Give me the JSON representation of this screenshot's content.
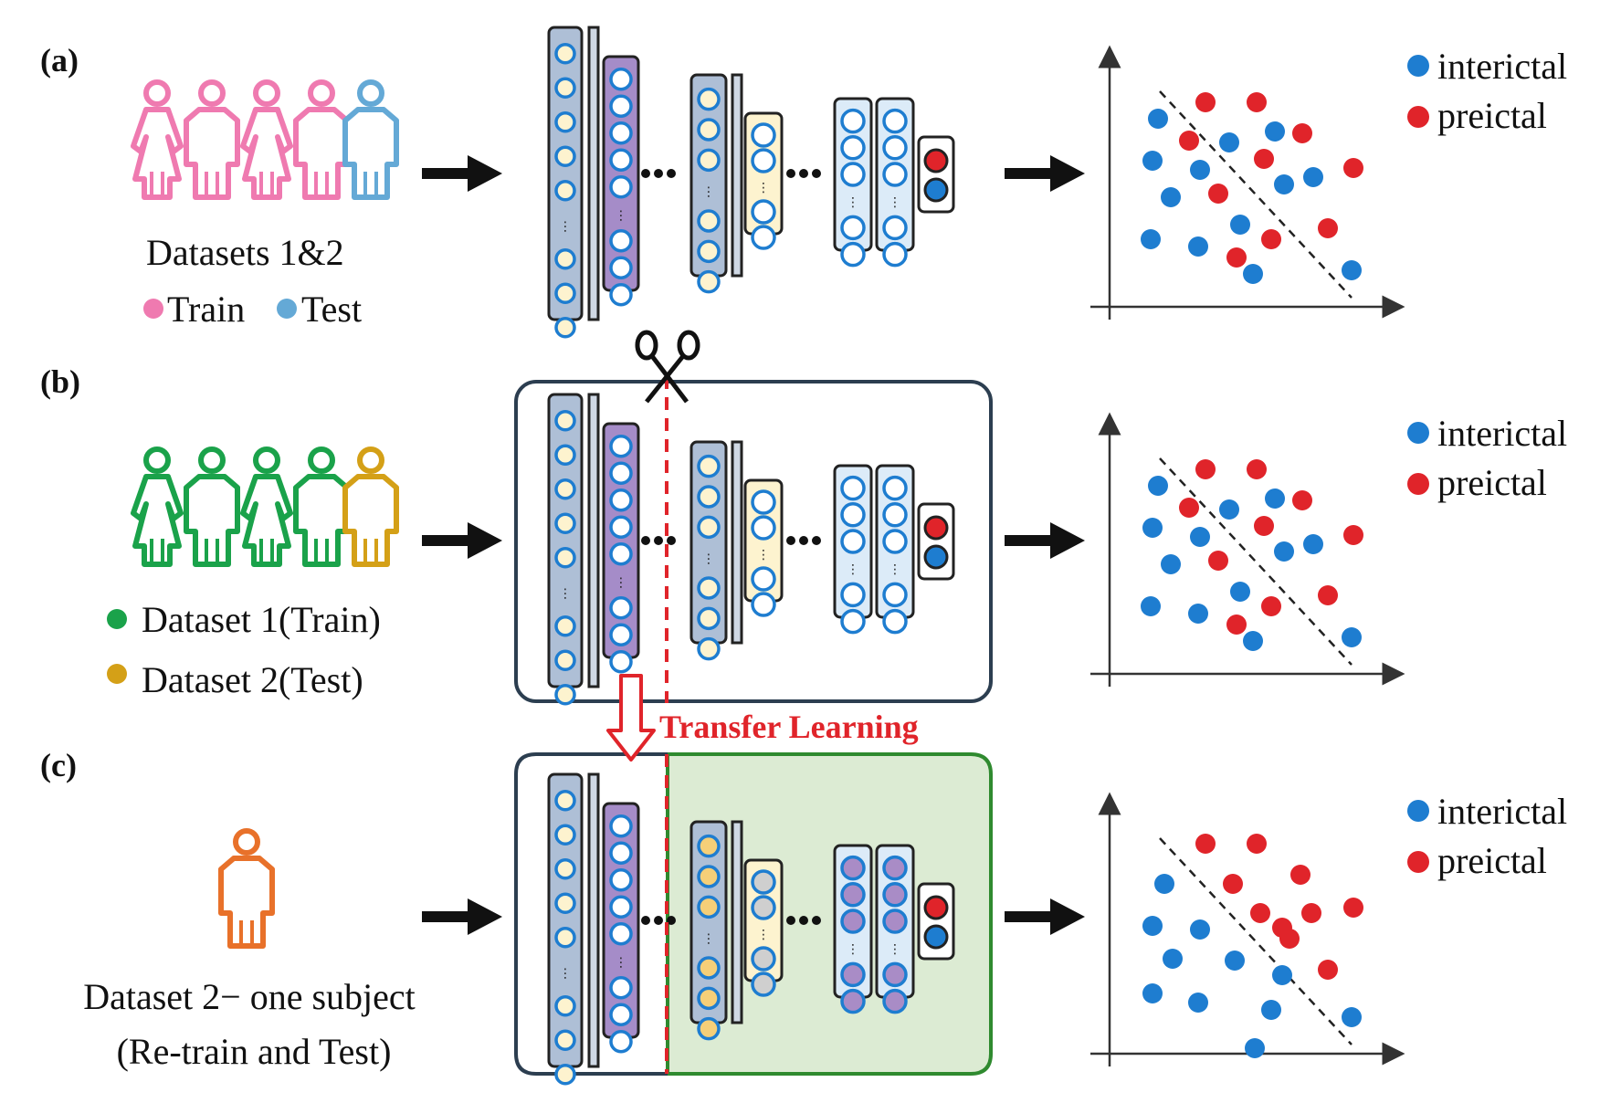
{
  "panels": [
    {
      "label": "(a)",
      "caption_lines": [
        "Datasets 1&2"
      ],
      "dataset_legend": [
        {
          "text": "Train",
          "color": "#ef7ab0"
        },
        {
          "text": "Test",
          "color": "#64a9d6"
        }
      ],
      "people_colors": [
        "#ef7ab0",
        "#ef7ab0",
        "#ef7ab0",
        "#ef7ab0",
        "#64a9d6"
      ],
      "scatter_legend": [
        {
          "text": "interictal",
          "color": "#1e7dd0"
        },
        {
          "text": "preictal",
          "color": "#e0242a"
        }
      ]
    },
    {
      "label": "(b)",
      "caption_lines": [],
      "dataset_legend": [
        {
          "text": "Dataset 1(Train)",
          "color": "#1aa24a"
        },
        {
          "text": "Dataset 2(Test)",
          "color": "#d4a017"
        }
      ],
      "people_colors": [
        "#1aa24a",
        "#1aa24a",
        "#1aa24a",
        "#1aa24a",
        "#d4a017"
      ],
      "scatter_legend": [
        {
          "text": "interictal",
          "color": "#1e7dd0"
        },
        {
          "text": "preictal",
          "color": "#e0242a"
        }
      ]
    },
    {
      "label": "(c)",
      "caption_lines": [
        "Dataset 2− one subject",
        "(Re-train and Test)"
      ],
      "dataset_legend": [],
      "people_colors": [
        "#e8712a"
      ],
      "scatter_legend": [
        {
          "text": "interictal",
          "color": "#1e7dd0"
        },
        {
          "text": "preictal",
          "color": "#e0242a"
        }
      ]
    }
  ],
  "transfer_label": "Transfer Learning",
  "icons": {
    "scissors": "scissors-icon",
    "arrow": "right-arrow-icon",
    "transfer_arrow": "down-arrow-icon"
  },
  "colors": {
    "interictal": "#1e7dd0",
    "preictal": "#e0242a",
    "transfer": "#e0242a",
    "retrain_panel": "#dcebd3",
    "retrain_border": "#2f8a2f"
  }
}
